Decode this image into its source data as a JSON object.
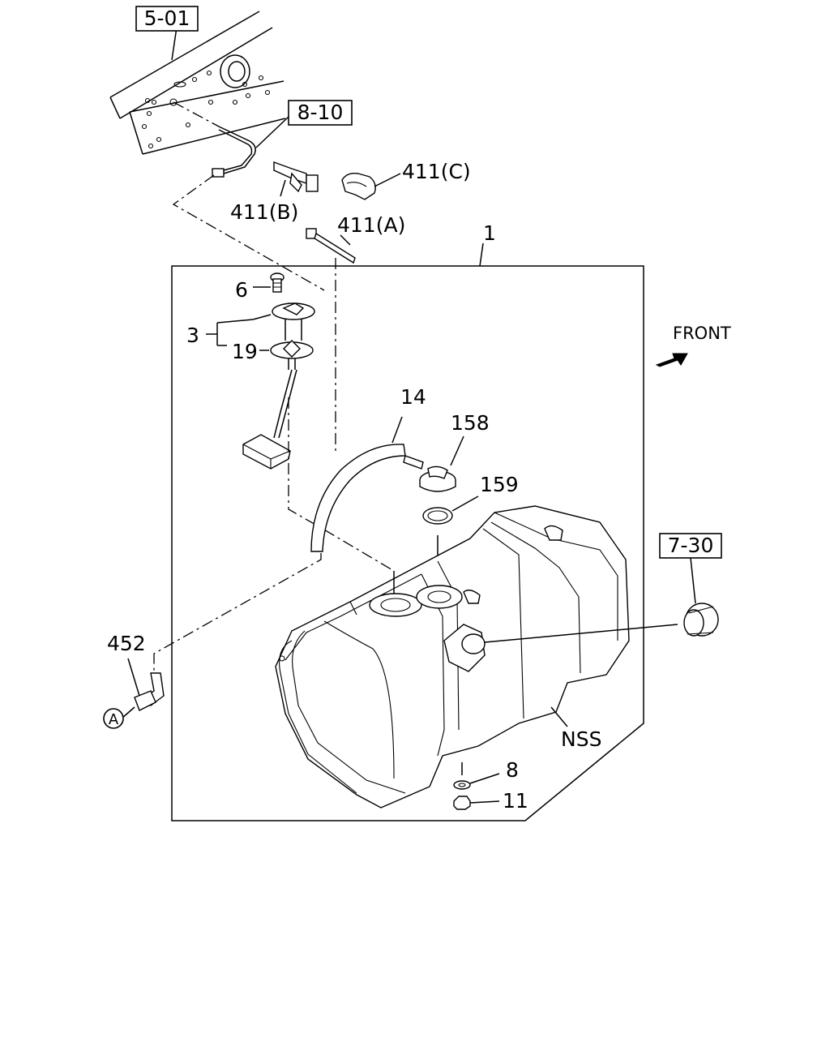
{
  "diagram": {
    "direction_label": "FRONT",
    "callouts": {
      "ref_5_01": "5-01",
      "ref_8_10": "8-10",
      "ref_7_30": "7-30",
      "p411c": "411(C)",
      "p411b": "411(B)",
      "p411a": "411(A)",
      "p1": "1",
      "p6": "6",
      "p3": "3",
      "p19": "19",
      "p14": "14",
      "p158": "158",
      "p159": "159",
      "p452": "452",
      "pA": "A",
      "pNSS": "NSS",
      "p8": "8",
      "p11": "11"
    }
  }
}
